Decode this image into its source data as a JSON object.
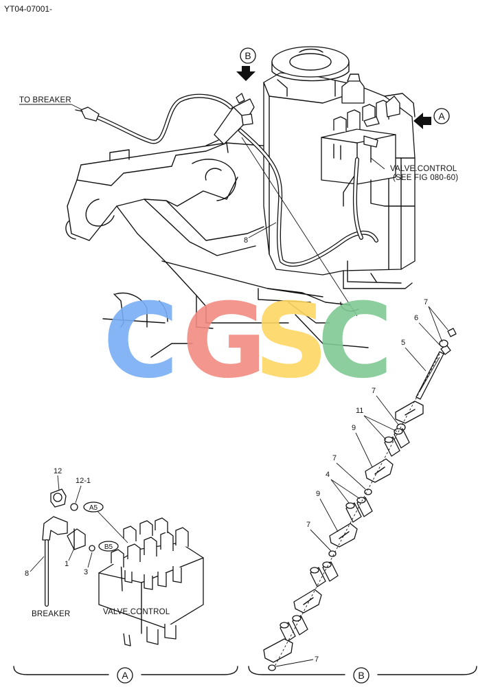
{
  "doc_code": "YT04-07001-",
  "labels": {
    "to_breaker": "TO BREAKER",
    "valve_control_line1": "VALVE.CONTROL",
    "valve_control_line2": "(SEE FIG 080-60)",
    "breaker": "BREAKER",
    "valve_control_detail": "VALVE.CONTROL"
  },
  "view_markers": {
    "a": "A",
    "b": "B",
    "a5": "A5",
    "b5": "B5"
  },
  "section_labels": {
    "a": "A",
    "b": "B"
  },
  "callouts": {
    "c8_main": "8",
    "c7_top": "7",
    "c6": "6",
    "c5": "5",
    "c7_2": "7",
    "c11": "11",
    "c9_1": "9",
    "c7_3": "7",
    "c4": "4",
    "c9_2": "9",
    "c7_4": "7",
    "c7_bottom": "7",
    "c12": "12",
    "c12_1": "12-1",
    "c1": "1",
    "c3": "3",
    "c8_detail": "8"
  },
  "watermark": {
    "letters": [
      "C",
      "G",
      "S",
      "C"
    ],
    "colors": [
      "#7aaef5",
      "#f28b82",
      "#fdd663",
      "#81c995"
    ]
  }
}
